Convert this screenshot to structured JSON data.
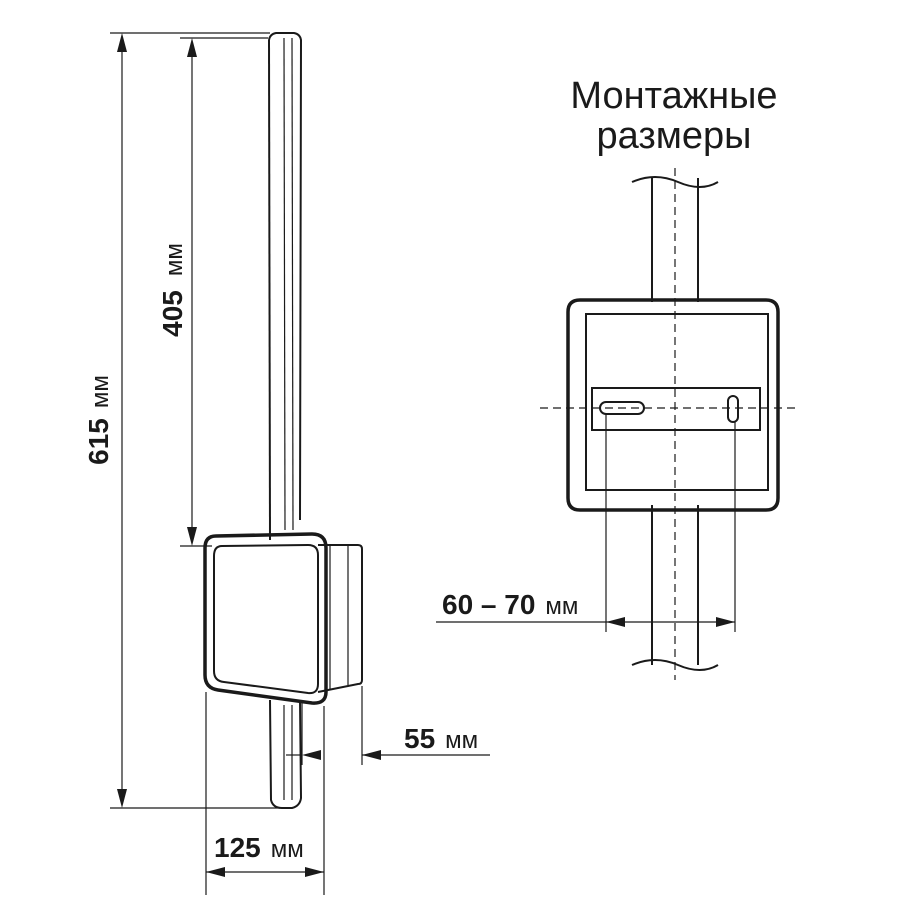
{
  "mounting_title": {
    "line1": "Монтажные",
    "line2": "размеры"
  },
  "dimensions": {
    "total_height": {
      "value": "615",
      "unit": "мм"
    },
    "bar_height": {
      "value": "405",
      "unit": "мм"
    },
    "depth": {
      "value": "55",
      "unit": "мм"
    },
    "width": {
      "value": "125",
      "unit": "мм"
    },
    "mount_spacing": {
      "value": "60 – 70",
      "unit": "мм"
    }
  }
}
